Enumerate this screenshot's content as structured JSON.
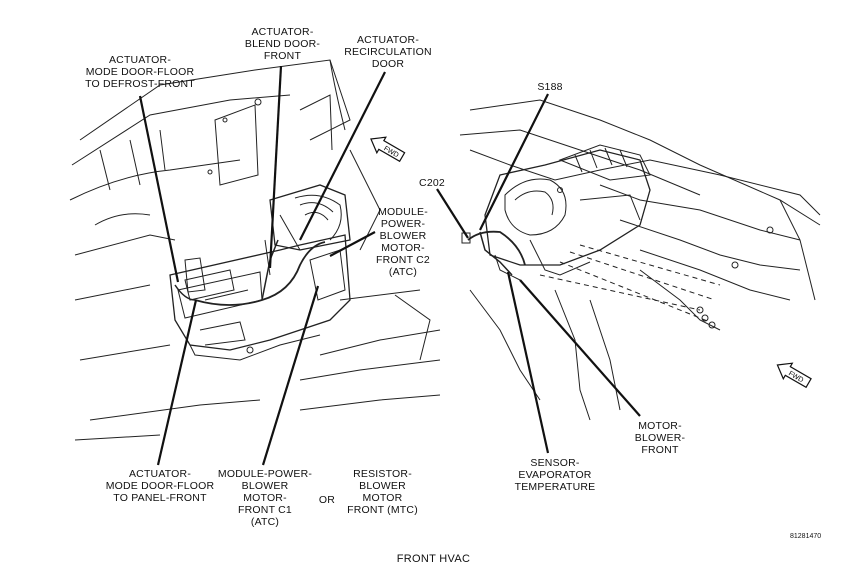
{
  "labels": {
    "mode_floor_defrost": "ACTUATOR-\nMODE DOOR-FLOOR\nTO DEFROST-FRONT",
    "blend_door": "ACTUATOR-\nBLEND DOOR-\nFRONT",
    "recirc_door": "ACTUATOR-\nRECIRCULATION\nDOOR",
    "module_c2": "MODULE-\nPOWER-\nBLOWER\nMOTOR-\nFRONT C2\n(ATC)",
    "mode_floor_panel": "ACTUATOR-\nMODE DOOR-FLOOR\nTO PANEL-FRONT",
    "module_c1": "MODULE-POWER-\nBLOWER\nMOTOR-\nFRONT C1\n(ATC)",
    "or_text": "OR",
    "resistor": "RESISTOR-\nBLOWER\nMOTOR\nFRONT (MTC)",
    "s188": "S188",
    "c202": "C202",
    "sensor_evap": "SENSOR-\nEVAPORATOR\nTEMPERATURE",
    "motor_blower": "MOTOR-\nBLOWER-\nFRONT"
  },
  "arrow_text": "FWD",
  "figure_number": "81281470",
  "caption": "FRONT HVAC"
}
